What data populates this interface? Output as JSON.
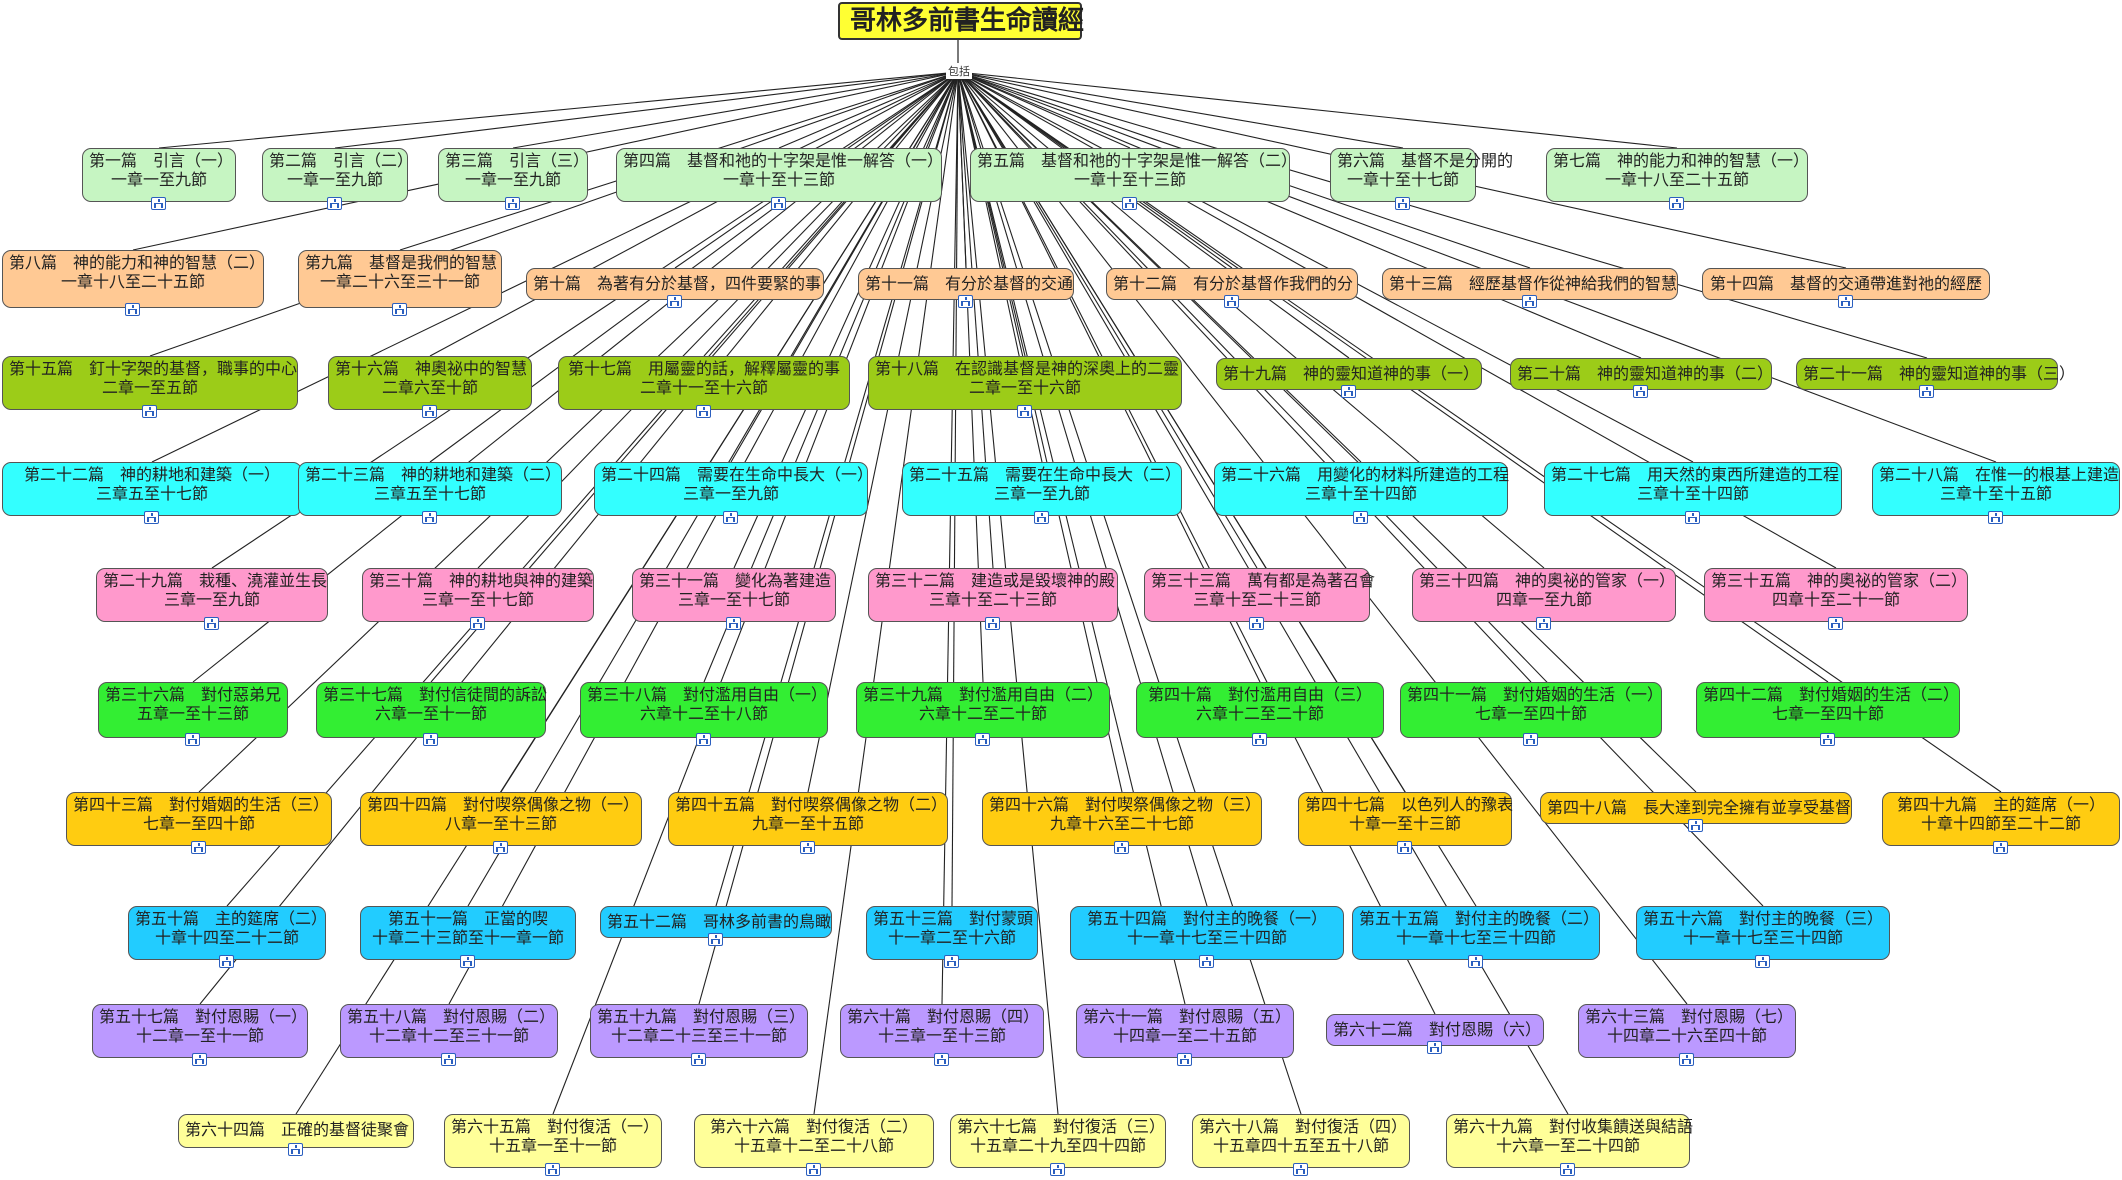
{
  "root": {
    "title": "哥林多前書生命讀經",
    "connector_label": "包括"
  },
  "colors": {
    "root": "#ffff33",
    "g": "#c6f5c2",
    "o": "#ffc994",
    "dg": "#9ccc18",
    "cy": "#33ffff",
    "pk": "#ff99cc",
    "lg": "#33ee33",
    "yo": "#ffcc11",
    "sb": "#22ccff",
    "pu": "#bb99ff",
    "ly": "#ffff99"
  },
  "messages": [
    {
      "title": "第一篇　引言（一）",
      "ref": "一章一至九節"
    },
    {
      "title": "第二篇　引言（二）",
      "ref": "一章一至九節"
    },
    {
      "title": "第三篇　引言（三）",
      "ref": "一章一至九節"
    },
    {
      "title": "第四篇　基督和祂的十字架是惟一解答（一）",
      "ref": "一章十至十三節"
    },
    {
      "title": "第五篇　基督和祂的十字架是惟一解答（二）",
      "ref": "一章十至十三節"
    },
    {
      "title": "第六篇　基督不是分開的",
      "ref": "一章十至十七節"
    },
    {
      "title": "第七篇　神的能力和神的智慧（一）",
      "ref": "一章十八至二十五節"
    },
    {
      "title": "第八篇　神的能力和神的智慧（二）",
      "ref": "一章十八至二十五節"
    },
    {
      "title": "第九篇　基督是我們的智慧",
      "ref": "一章二十六至三十一節"
    },
    {
      "title": "第十篇　為著有分於基督，四件要緊的事",
      "ref": ""
    },
    {
      "title": "第十一篇　有分於基督的交通",
      "ref": ""
    },
    {
      "title": "第十二篇　有分於基督作我們的分",
      "ref": ""
    },
    {
      "title": "第十三篇　經歷基督作從神給我們的智慧",
      "ref": ""
    },
    {
      "title": "第十四篇　基督的交通帶進對祂的經歷",
      "ref": ""
    },
    {
      "title": "第十五篇　釘十字架的基督，職事的中心",
      "ref": "二章一至五節"
    },
    {
      "title": "第十六篇　神奧祕中的智慧",
      "ref": "二章六至十節"
    },
    {
      "title": "第十七篇　用屬靈的話，解釋屬靈的事",
      "ref": "二章十一至十六節"
    },
    {
      "title": "第十八篇　在認識基督是神的深奧上的二靈",
      "ref": "二章一至十六節"
    },
    {
      "title": "第十九篇　神的靈知道神的事（一）",
      "ref": ""
    },
    {
      "title": "第二十篇　神的靈知道神的事（二）",
      "ref": ""
    },
    {
      "title": "第二十一篇　神的靈知道神的事（三）",
      "ref": ""
    },
    {
      "title": "第二十二篇　神的耕地和建築（一）",
      "ref": "三章五至十七節"
    },
    {
      "title": "第二十三篇　神的耕地和建築（二）",
      "ref": "三章五至十七節"
    },
    {
      "title": "第二十四篇　需要在生命中長大（一）",
      "ref": "三章一至九節"
    },
    {
      "title": "第二十五篇　需要在生命中長大（二）",
      "ref": "三章一至九節"
    },
    {
      "title": "第二十六篇　用變化的材料所建造的工程",
      "ref": "三章十至十四節"
    },
    {
      "title": "第二十七篇　用天然的東西所建造的工程",
      "ref": "三章十至十四節"
    },
    {
      "title": "第二十八篇　在惟一的根基上建造",
      "ref": "三章十至十五節"
    },
    {
      "title": "第二十九篇　栽種、澆灌並生長",
      "ref": "三章一至九節"
    },
    {
      "title": "第三十篇　神的耕地與神的建築",
      "ref": "三章一至十七節"
    },
    {
      "title": "第三十一篇　變化為著建造",
      "ref": "三章一至十七節"
    },
    {
      "title": "第三十二篇　建造或是毀壞神的殿",
      "ref": "三章十至二十三節"
    },
    {
      "title": "第三十三篇　萬有都是為著召會",
      "ref": "三章十至二十三節"
    },
    {
      "title": "第三十四篇　神的奧祕的管家（一）",
      "ref": "四章一至九節"
    },
    {
      "title": "第三十五篇　神的奧祕的管家（二）",
      "ref": "四章十至二十一節"
    },
    {
      "title": "第三十六篇　對付惡弟兄",
      "ref": "五章一至十三節"
    },
    {
      "title": "第三十七篇　對付信徒間的訴訟",
      "ref": "六章一至十一節"
    },
    {
      "title": "第三十八篇　對付濫用自由（一）",
      "ref": "六章十二至十八節"
    },
    {
      "title": "第三十九篇　對付濫用自由（二）",
      "ref": "六章十二至二十節"
    },
    {
      "title": "第四十篇　對付濫用自由（三）",
      "ref": "六章十二至二十節"
    },
    {
      "title": "第四十一篇　對付婚姻的生活（一）",
      "ref": "七章一至四十節"
    },
    {
      "title": "第四十二篇　對付婚姻的生活（二）",
      "ref": "七章一至四十節"
    },
    {
      "title": "第四十三篇　對付婚姻的生活（三）",
      "ref": "七章一至四十節"
    },
    {
      "title": "第四十四篇　對付喫祭偶像之物（一）",
      "ref": "八章一至十三節"
    },
    {
      "title": "第四十五篇　對付喫祭偶像之物（二）",
      "ref": "九章一至十五節"
    },
    {
      "title": "第四十六篇　對付喫祭偶像之物（三）",
      "ref": "九章十六至二十七節"
    },
    {
      "title": "第四十七篇　以色列人的豫表",
      "ref": "十章一至十三節"
    },
    {
      "title": "第四十八篇　長大達到完全擁有並享受基督",
      "ref": ""
    },
    {
      "title": "第四十九篇　主的筵席（一）",
      "ref": "十章十四節至二十二節"
    },
    {
      "title": "第五十篇　主的筵席（二）",
      "ref": "十章十四至二十二節"
    },
    {
      "title": "第五十一篇　正當的喫",
      "ref": "十章二十三節至十一章一節"
    },
    {
      "title": "第五十二篇　哥林多前書的鳥瞰",
      "ref": ""
    },
    {
      "title": "第五十三篇　對付蒙頭",
      "ref": "十一章二至十六節"
    },
    {
      "title": "第五十四篇　對付主的晚餐（一）",
      "ref": "十一章十七至三十四節"
    },
    {
      "title": "第五十五篇　對付主的晚餐（二）",
      "ref": "十一章十七至三十四節"
    },
    {
      "title": "第五十六篇　對付主的晚餐（三）",
      "ref": "十一章十七至三十四節"
    },
    {
      "title": "第五十七篇　對付恩賜（一）",
      "ref": "十二章一至十一節"
    },
    {
      "title": "第五十八篇　對付恩賜（二）",
      "ref": "十二章十二至三十一節"
    },
    {
      "title": "第五十九篇　對付恩賜（三）",
      "ref": "十二章二十三至三十一節"
    },
    {
      "title": "第六十篇　對付恩賜（四）",
      "ref": "十三章一至十三節"
    },
    {
      "title": "第六十一篇　對付恩賜（五）",
      "ref": "十四章一至二十五節"
    },
    {
      "title": "第六十二篇　對付恩賜（六）",
      "ref": ""
    },
    {
      "title": "第六十三篇　對付恩賜（七）",
      "ref": "十四章二十六至四十節"
    },
    {
      "title": "第六十四篇　正確的基督徒聚會",
      "ref": ""
    },
    {
      "title": "第六十五篇　對付復活（一）",
      "ref": "十五章一至十一節"
    },
    {
      "title": "第六十六篇　對付復活（二）",
      "ref": "十五章十二至二十八節"
    },
    {
      "title": "第六十七篇　對付復活（三）",
      "ref": "十五章二十九至四十四節"
    },
    {
      "title": "第六十八篇　對付復活（四）",
      "ref": "十五章四十五至五十八節"
    },
    {
      "title": "第六十九篇　對付收集饋送與結語",
      "ref": "十六章一至二十四節"
    }
  ]
}
